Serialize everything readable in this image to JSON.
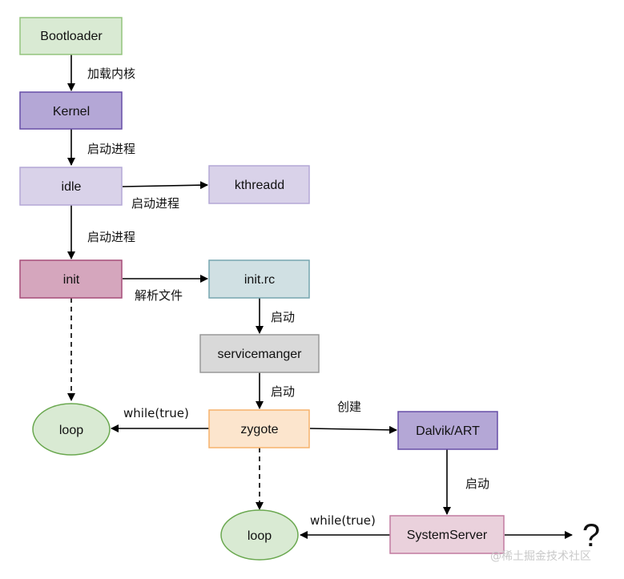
{
  "nodes": {
    "bootloader": "Bootloader",
    "kernel": "Kernel",
    "idle": "idle",
    "kthreadd": "kthreadd",
    "init": "init",
    "init_rc": "init.rc",
    "servicemanger": "servicemanger",
    "zygote": "zygote",
    "dalvik_art": "Dalvik/ART",
    "loop_left": "loop",
    "loop_bottom": "loop",
    "system_server": "SystemServer",
    "unknown": "?"
  },
  "edges": {
    "bootloader_kernel": "加载内核",
    "kernel_idle": "启动进程",
    "idle_kthreadd": "启动进程",
    "idle_init": "启动进程",
    "init_initrc": "解析文件",
    "initrc_servicemanger": "启动",
    "servicemanger_zygote": "启动",
    "zygote_dalvik": "创建",
    "zygote_loop": "while(true)",
    "dalvik_systemserver": "启动",
    "systemserver_loop": "while(true)"
  },
  "watermark": "@稀土掘金技术社区",
  "colors": {
    "bootloader_fill": "#d9ead3",
    "bootloader_stroke": "#93c47d",
    "kernel_fill": "#b4a7d6",
    "kernel_stroke": "#674ea7",
    "idle_fill": "#d9d2e9",
    "idle_stroke": "#b4a7d6",
    "init_fill": "#d5a6bd",
    "init_stroke": "#a64d79",
    "initrc_fill": "#d0e0e3",
    "initrc_stroke": "#76a5af",
    "servicemanger_fill": "#d9d9d9",
    "servicemanger_stroke": "#999999",
    "zygote_fill": "#fce5cd",
    "zygote_stroke": "#f6b26b",
    "dalvik_fill": "#b4a7d6",
    "dalvik_stroke": "#674ea7",
    "systemserver_fill": "#ead1dc",
    "systemserver_stroke": "#c27ba0",
    "loop_fill": "#d9ead3",
    "loop_stroke": "#6aa84f"
  }
}
